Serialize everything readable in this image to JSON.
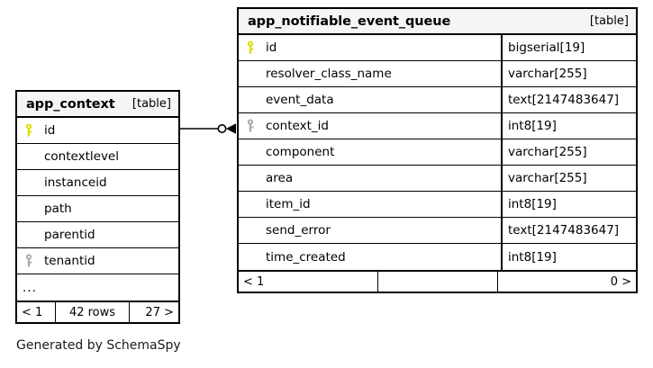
{
  "diagram": {
    "type": "entity-relationship-diagram",
    "caption": "Generated by SchemaSpy",
    "background_color": "#ffffff",
    "line_color": "#000000"
  },
  "icons": {
    "primary_key": {
      "name": "primary-key-icon",
      "color": "#dddd00"
    },
    "foreign_key": {
      "name": "foreign-key-icon",
      "color": "#aaaaaa"
    }
  },
  "tables": [
    {
      "id": "app_context",
      "name": "app_context",
      "tag": "[table]",
      "columns": [
        {
          "key": "primary",
          "name": "id",
          "type": ""
        },
        {
          "key": "none",
          "name": "contextlevel",
          "type": ""
        },
        {
          "key": "none",
          "name": "instanceid",
          "type": ""
        },
        {
          "key": "none",
          "name": "path",
          "type": ""
        },
        {
          "key": "none",
          "name": "parentid",
          "type": ""
        },
        {
          "key": "foreign",
          "name": "tenantid",
          "type": ""
        }
      ],
      "more_row": "...",
      "footer": {
        "prev": "< 1",
        "middle": "42 rows",
        "next": "27 >"
      }
    },
    {
      "id": "app_notifiable_event_queue",
      "name": "app_notifiable_event_queue",
      "tag": "[table]",
      "columns": [
        {
          "key": "primary",
          "name": "id",
          "type": "bigserial[19]"
        },
        {
          "key": "none",
          "name": "resolver_class_name",
          "type": "varchar[255]"
        },
        {
          "key": "none",
          "name": "event_data",
          "type": "text[2147483647]"
        },
        {
          "key": "foreign",
          "name": "context_id",
          "type": "int8[19]"
        },
        {
          "key": "none",
          "name": "component",
          "type": "varchar[255]"
        },
        {
          "key": "none",
          "name": "area",
          "type": "varchar[255]"
        },
        {
          "key": "none",
          "name": "item_id",
          "type": "int8[19]"
        },
        {
          "key": "none",
          "name": "send_error",
          "type": "text[2147483647]"
        },
        {
          "key": "none",
          "name": "time_created",
          "type": "int8[19]"
        }
      ],
      "more_row": null,
      "footer": {
        "prev": "< 1",
        "middle": "",
        "next": "0 >"
      }
    }
  ],
  "relationships": [
    {
      "name": "app_context-id-to-app_notifiable_event_queue-context_id",
      "from_table": "app_context",
      "from_column": "id",
      "to_table": "app_notifiable_event_queue",
      "to_column": "context_id",
      "from_cardinality": "zero",
      "to_cardinality": "many"
    }
  ]
}
